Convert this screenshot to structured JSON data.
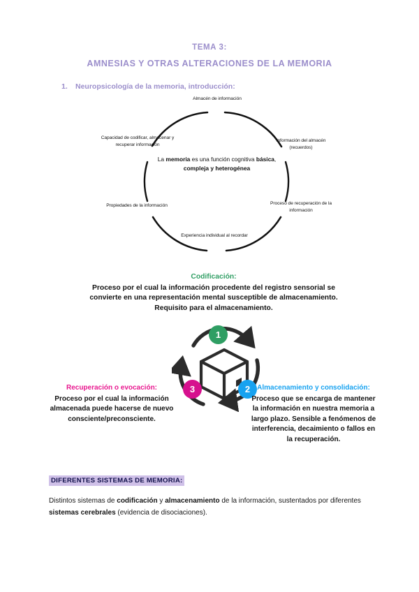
{
  "document": {
    "title_line_1": "TEMA 3:",
    "title_line_2": "AMNESIAS Y OTRAS ALTERACIONES DE LA MEMORIA",
    "title_color": "#9b8ecb"
  },
  "section_1": {
    "marker": "1.",
    "label": "Neuropsicología de la memoria, introducción:"
  },
  "circle_diagram": {
    "center_text_parts": {
      "p1": "La ",
      "b1": "memoria",
      "p2": " es una función cognitiva ",
      "b2": "básica",
      "p3": ", ",
      "b3": "compleja y heterogénea"
    },
    "labels": {
      "top": "Almacén de información",
      "right_upper": "Información del almacén (recuerdos)",
      "right_lower": "Proceso de recuperación de la información",
      "bottom": "Experiencia individual al recordar",
      "left_lower": "Propiedades de la información",
      "left_upper": "Capacidad de codificar, almacenar y recuperar información"
    }
  },
  "codificacion": {
    "heading": "Codificación:",
    "heading_color": "#2f9e63",
    "body": "Proceso por el cual la información procedente del registro sensorial se convierte en una representación mental susceptible de almacenamiento. Requisito para el almacenamiento."
  },
  "cycle": {
    "badges": [
      {
        "number": "1",
        "color": "#2f9e63",
        "stage": "codificacion"
      },
      {
        "number": "2",
        "color": "#17a2f0",
        "stage": "almacenamiento"
      },
      {
        "number": "3",
        "color": "#d6108e",
        "stage": "recuperacion"
      }
    ],
    "center_icon": "box-icon"
  },
  "recuperacion": {
    "heading": "Recuperación o evocación:",
    "heading_color": "#e8188f",
    "body": "Proceso por el cual la información almacenada puede hacerse de nuevo consciente/preconsciente."
  },
  "almacenamiento": {
    "heading": "Almacenamiento y consolidación:",
    "heading_color": "#17a2f0",
    "body": "Proceso que se encarga de mantener la información en nuestra memoria a largo plazo. Sensible a fenómenos de interferencia, decaimiento o fallos en la recuperación."
  },
  "subheading": {
    "text": "DIFERENTES SISTEMAS DE MEMORIA:",
    "highlight_color": "#cfc0e8",
    "text_color": "#10104a"
  },
  "body_paragraph": {
    "p1": "Distintos sistemas de ",
    "b1": "codificación",
    "p2": " y ",
    "b2": "almacenamiento",
    "p3": " de la información, sustentados por diferentes ",
    "b3": "sistemas cerebrales",
    "p4": " (evidencia de disociaciones)."
  }
}
